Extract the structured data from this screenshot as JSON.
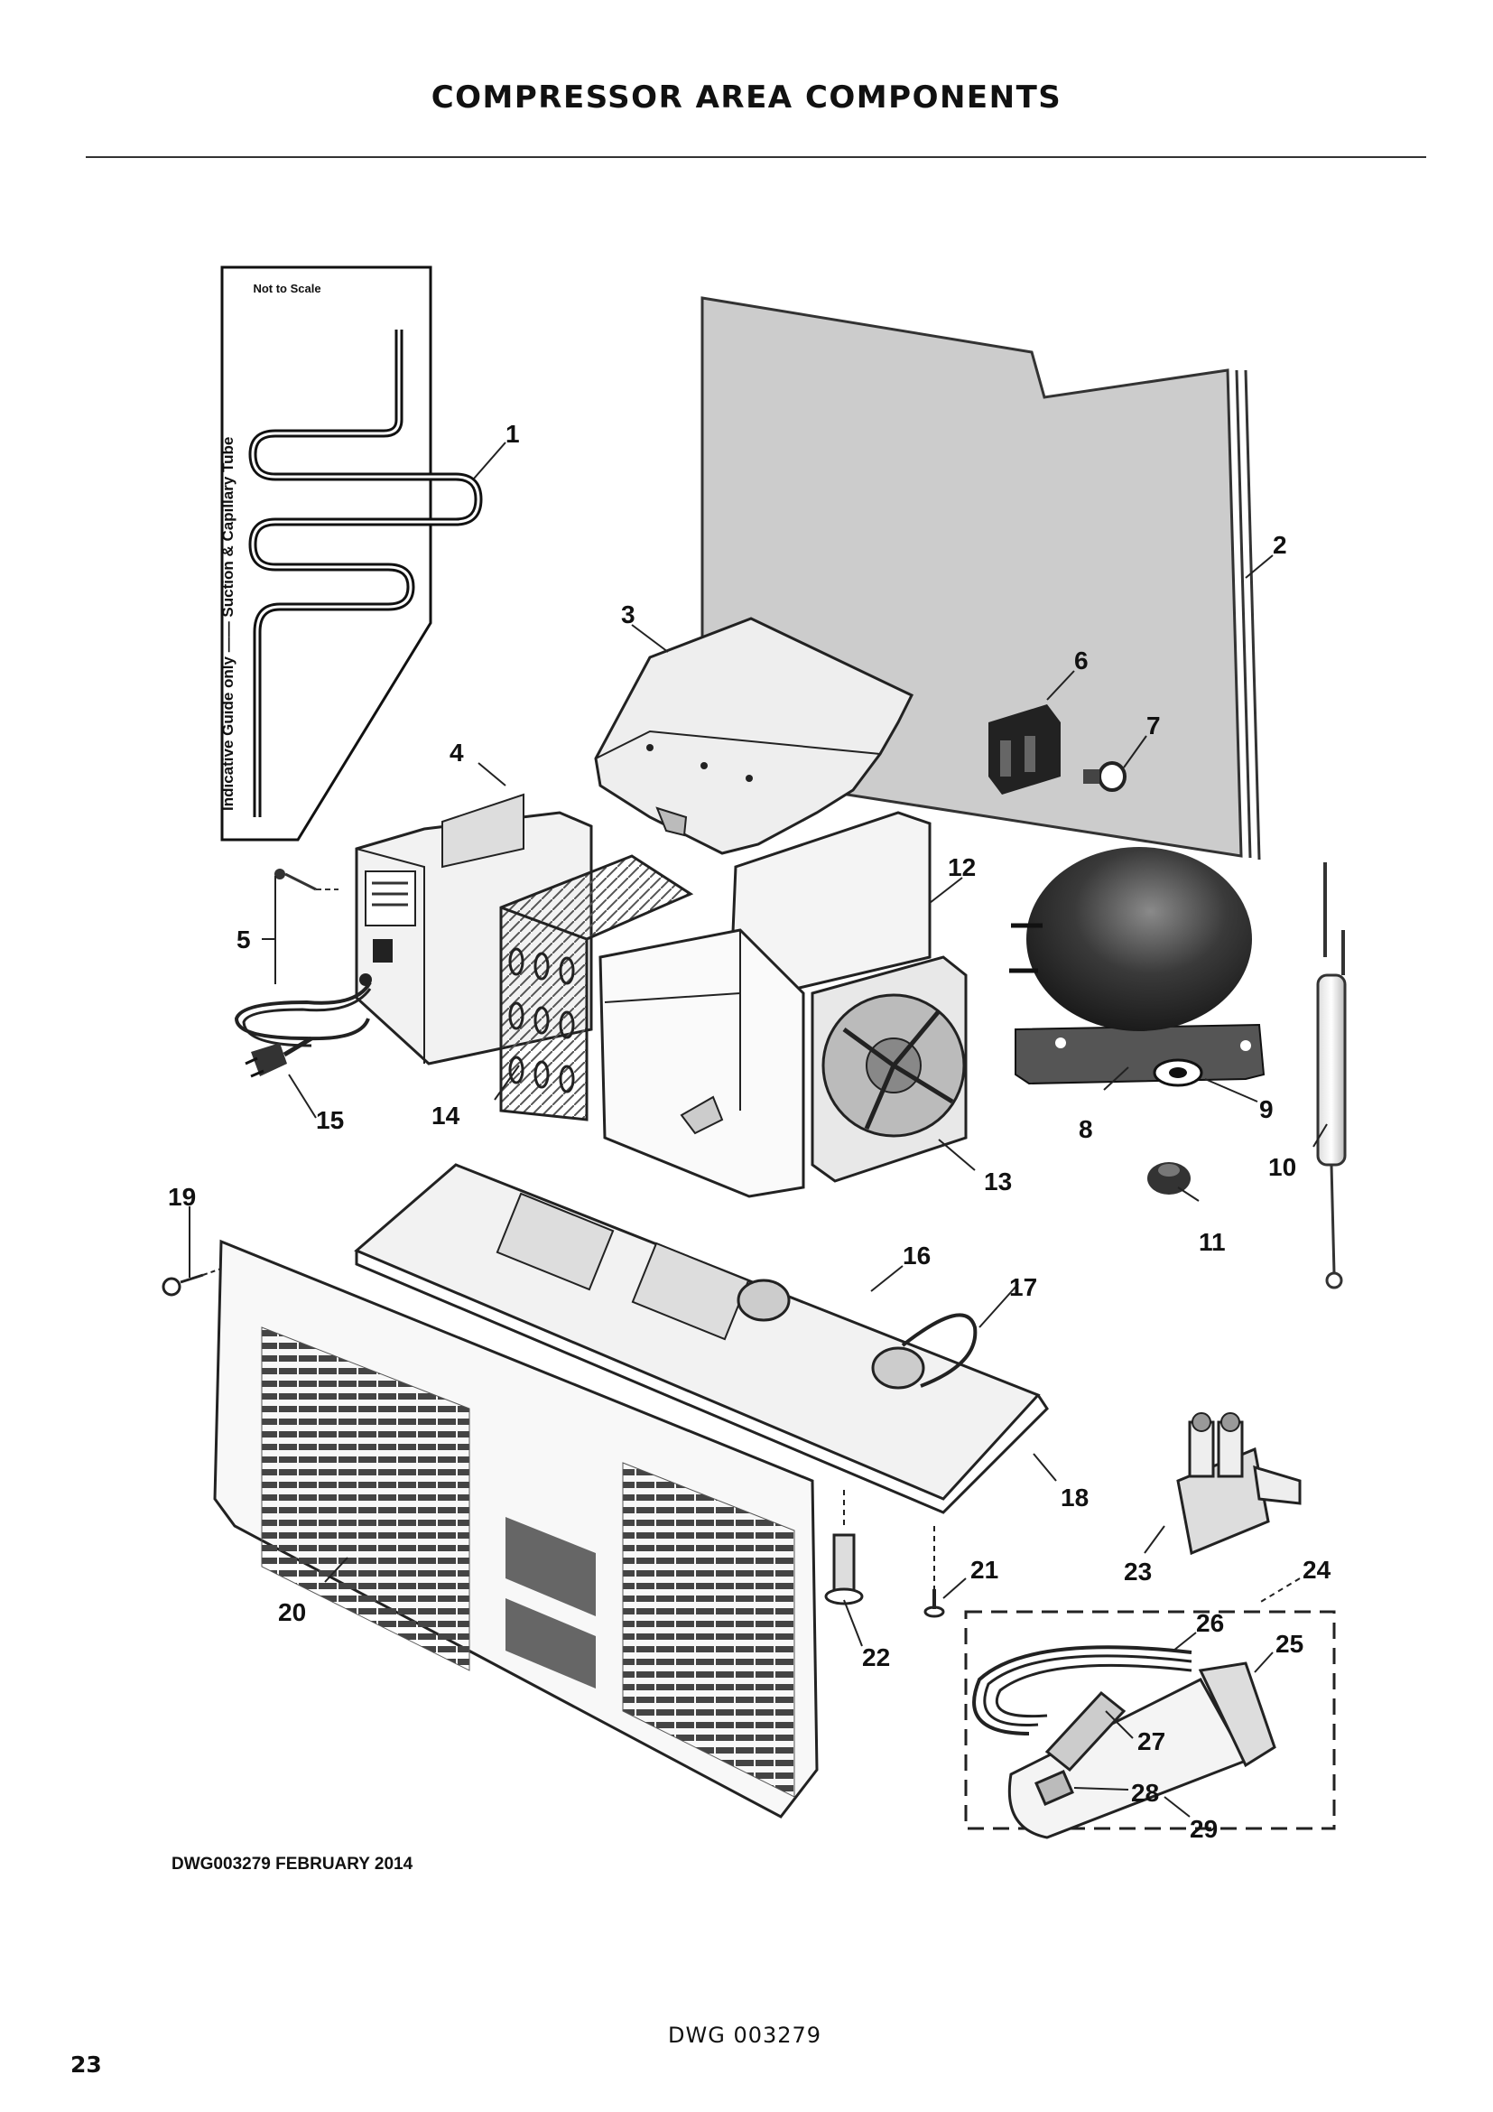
{
  "page": {
    "title": "COMPRESSOR AREA COMPONENTS",
    "drawing_stamp": "DWG003279  FEBRUARY 2014",
    "footer_code": "DWG 003279",
    "page_number": "23"
  },
  "guide": {
    "scale_note": "Not to Scale",
    "side_text": "Indicative Guide only —— Suction & Capillary Tube"
  },
  "callouts": {
    "c1": "1",
    "c2": "2",
    "c3": "3",
    "c4": "4",
    "c5": "5",
    "c6": "6",
    "c7": "7",
    "c8": "8",
    "c9": "9",
    "c10": "10",
    "c11": "11",
    "c12": "12",
    "c13": "13",
    "c14": "14",
    "c15": "15",
    "c16": "16",
    "c17": "17",
    "c18": "18",
    "c19": "19",
    "c20": "20",
    "c21": "21",
    "c22": "22",
    "c23": "23",
    "c24": "24",
    "c25": "25",
    "c26": "26",
    "c27": "27",
    "c28": "28",
    "c29": "29"
  }
}
